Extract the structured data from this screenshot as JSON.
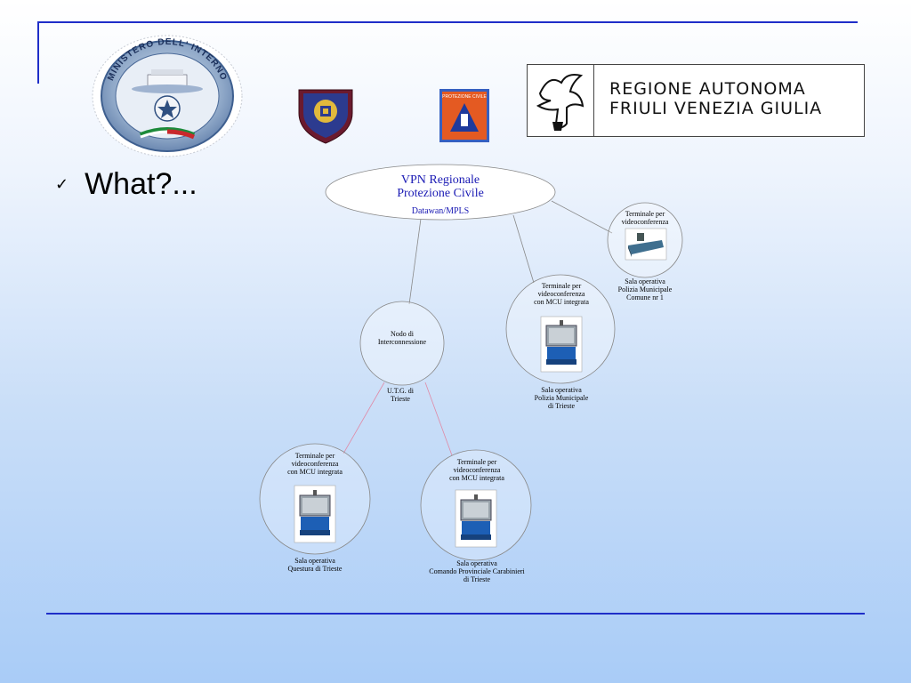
{
  "slide": {
    "bullet": "What?...",
    "check_icon": "checkmark-icon"
  },
  "logos": {
    "emblem_name": "ministero-interno-emblem",
    "emblem_text_top": "MINISTERO DELL' INTERNO",
    "shield_name": "polizia-shield-icon",
    "pc_name": "protezione-civile-logo",
    "pc_text": "PROTEZIONE CIVILE",
    "region_line1": "REGIONE AUTONOMA",
    "region_line2": "FRIULI VENEZIA GIULIA"
  },
  "diagram": {
    "vpn": {
      "title_line1": "VPN  Regionale",
      "title_line2": "Protezione Civile",
      "subtitle": "Datawan/MPLS"
    },
    "node": {
      "title_line1": "Nodo di",
      "title_line2": "Interconnessione",
      "caption_line1": "U.T.G. di",
      "caption_line2": "Trieste"
    },
    "comune": {
      "terminal_line1": "Terminale per",
      "terminal_line2": "videoconferenza",
      "caption_line1": "Sala operativa",
      "caption_line2": "Polizia Municipale",
      "caption_line3": "Comune nr 1"
    },
    "polizia_trieste": {
      "terminal_line1": "Terminale per",
      "terminal_line2": "videoconferenza",
      "terminal_line3": "con MCU integrata",
      "caption_line1": "Sala operativa",
      "caption_line2": "Polizia Municipale",
      "caption_line3": "di Trieste"
    },
    "questura": {
      "terminal_line1": "Terminale per",
      "terminal_line2": "videoconferenza",
      "terminal_line3": "con MCU integrata",
      "caption_line1": "Sala operativa",
      "caption_line2": "Questura di Trieste"
    },
    "carabinieri": {
      "terminal_line1": "Terminale per",
      "terminal_line2": "videoconferenza",
      "terminal_line3": "con MCU integrata",
      "caption_line1": "Sala operativa",
      "caption_line2": "Comando Provinciale Carabinieri",
      "caption_line3": "di Trieste"
    }
  },
  "colors": {
    "frame": "#1f2ec8",
    "vpn_text": "#1a1ab4",
    "link_gray": "#888888",
    "link_pink": "#e08aa6"
  }
}
